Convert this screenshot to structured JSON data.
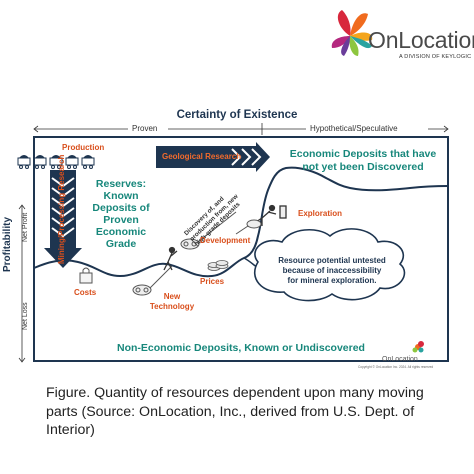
{
  "logo": {
    "name": "OnLocation",
    "tagline": "A DIVISION OF KEYLOGIC"
  },
  "diagram": {
    "top_title": "Certainty of Existence",
    "proven_label": "Proven",
    "hypothetical_label": "Hypothetical/Speculative",
    "y_axis_title": "Profitability",
    "net_profit": "Net Profit",
    "net_loss": "Net Loss",
    "production": "Production",
    "mining_research": "Mining/Processing Research",
    "reserves": [
      "Reserves:",
      "Known",
      "Deposits of",
      "Proven",
      "Economic",
      "Grade"
    ],
    "geological_research": "Geological Research",
    "economic_undiscovered": [
      "Economic Deposits that have",
      "not yet been Discovered"
    ],
    "discovery_label": [
      "Discovery of, and",
      "production from, new",
      "high-grade deposits"
    ],
    "exploration": "Exploration",
    "development": "Development",
    "resource_potential": [
      "Resource potential untested",
      "because of inaccessibility",
      "for mineral exploration."
    ],
    "prices": "Prices",
    "costs": "Costs",
    "new_technology": [
      "New",
      "Technology"
    ],
    "non_economic": "Non-Economic Deposits, Known or Undiscovered",
    "copyright": "Copyright © OnLocation Inc. 2024. All rights reserved",
    "small_logo": "OnLocation"
  },
  "caption": "Figure. Quantity of resources dependent upon many moving parts (Source: OnLocation, Inc., derived from U.S. Dept. of Interior)"
}
